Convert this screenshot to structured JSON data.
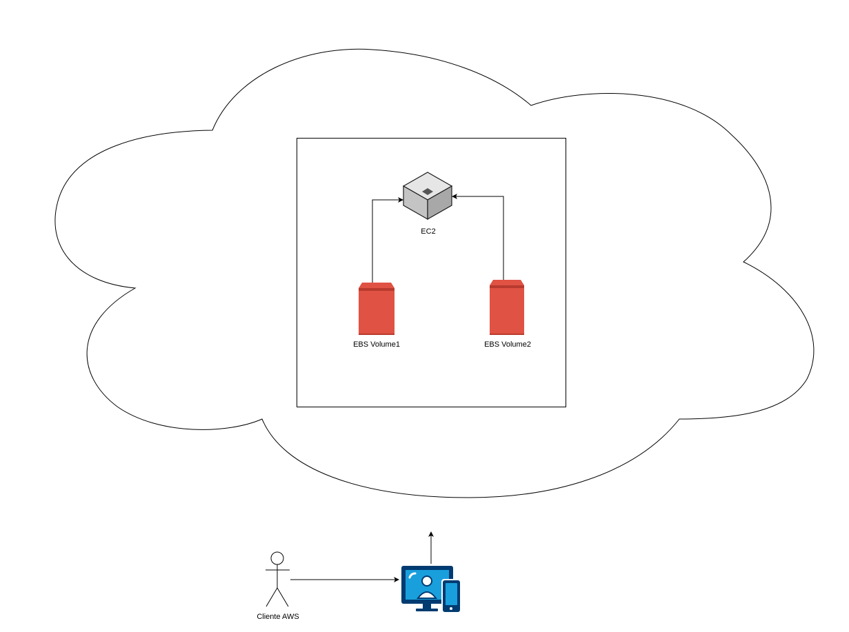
{
  "diagram": {
    "nodes": {
      "ec2": {
        "label": "EC2",
        "icon": "ec2-instance-icon"
      },
      "ebs1": {
        "label": "EBS Volume1",
        "icon": "ebs-volume-icon"
      },
      "ebs2": {
        "label": "EBS Volume2",
        "icon": "ebs-volume-icon"
      },
      "client": {
        "label": "Cliente AWS",
        "icon": "actor-icon"
      },
      "device": {
        "label": "",
        "icon": "user-devices-icon"
      }
    },
    "edges": [
      {
        "from": "ebs1",
        "to": "ec2"
      },
      {
        "from": "ebs2",
        "to": "ec2"
      },
      {
        "from": "client",
        "to": "device"
      },
      {
        "from": "device",
        "to": "cloud"
      }
    ],
    "colors": {
      "ebs_fill": "#e05243",
      "ebs_top": "#b83a2f",
      "device_dark": "#003b71",
      "device_screen": "#1a9fdd"
    }
  }
}
